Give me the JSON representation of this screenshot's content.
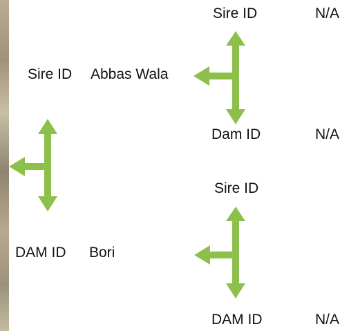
{
  "pedigree": {
    "root_sire": {
      "label": "Sire ID",
      "value": "Abbas Wala"
    },
    "root_dam": {
      "label": "DAM ID",
      "value": "Bori"
    },
    "sire_parents": {
      "sire": {
        "label": "Sire ID",
        "value": "N/A"
      },
      "dam": {
        "label": "Dam ID",
        "value": "N/A"
      }
    },
    "dam_parents": {
      "sire": {
        "label": "Sire ID",
        "value": ""
      },
      "dam": {
        "label": "DAM ID",
        "value": "N/A"
      }
    }
  },
  "colors": {
    "arrow": "#8cc04b",
    "text": "#111111"
  }
}
